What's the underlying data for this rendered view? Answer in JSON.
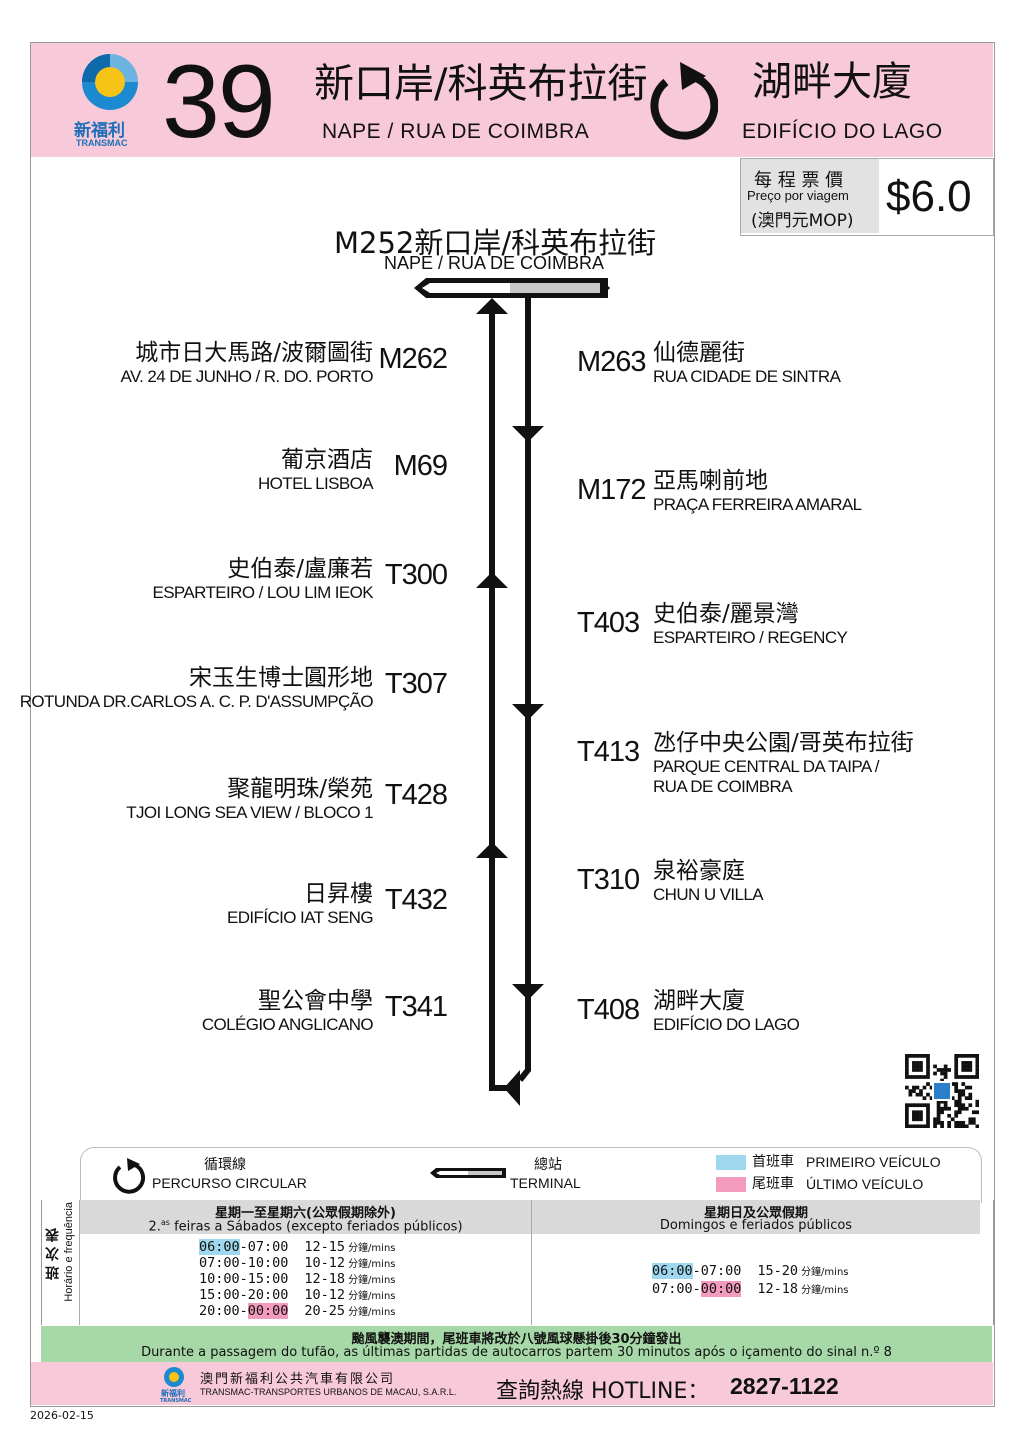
{
  "header": {
    "company_zh": "新福利",
    "company_en": "TRANSMAC",
    "route_number": "39",
    "origin_zh": "新口岸/科英布拉街",
    "origin_pt": "NAPE / RUA DE COIMBRA",
    "dest_zh": "湖畔大廈",
    "dest_pt": "EDIFÍCIO DO LAGO"
  },
  "fare": {
    "label_zh": "每 程 票 價",
    "label_pt": "Preço por viagem",
    "currency": "(澳門元MOP)",
    "amount": "$6.0"
  },
  "terminal": {
    "code_name": "M252新口岸/科英布拉街",
    "pt": "NAPE / RUA DE COIMBRA"
  },
  "stops_left": [
    {
      "code": "M262",
      "zh": "城市日大馬路/波爾圖街",
      "pt": "AV. 24 DE JUNHO / R. DO. PORTO"
    },
    {
      "code": "M69",
      "zh": "葡京酒店",
      "pt": "HOTEL LISBOA"
    },
    {
      "code": "T300",
      "zh": "史伯泰/盧廉若",
      "pt": "ESPARTEIRO / LOU LIM IEOK"
    },
    {
      "code": "T307",
      "zh": "宋玉生博士圓形地",
      "pt": "ROTUNDA DR.CARLOS A. C. P. D'ASSUMPÇÃO"
    },
    {
      "code": "T428",
      "zh": "聚龍明珠/榮苑",
      "pt": "TJOI LONG SEA VIEW / BLOCO 1"
    },
    {
      "code": "T432",
      "zh": "日昇樓",
      "pt": "EDIFÍCIO IAT SENG"
    },
    {
      "code": "T341",
      "zh": "聖公會中學",
      "pt": "COLÉGIO ANGLICANO"
    }
  ],
  "stops_right": [
    {
      "code": "M263",
      "zh": "仙德麗街",
      "pt": "RUA CIDADE DE SINTRA",
      "pt2": ""
    },
    {
      "code": "M172",
      "zh": "亞馬喇前地",
      "pt": "PRAÇA FERREIRA AMARAL",
      "pt2": ""
    },
    {
      "code": "T403",
      "zh": "史伯泰/麗景灣",
      "pt": "ESPARTEIRO / REGENCY",
      "pt2": ""
    },
    {
      "code": "T413",
      "zh": "氹仔中央公園/哥英布拉街",
      "pt": "PARQUE CENTRAL DA TAIPA /",
      "pt2": "RUA DE COIMBRA"
    },
    {
      "code": "T310",
      "zh": "泉裕豪庭",
      "pt": "CHUN U VILLA",
      "pt2": ""
    },
    {
      "code": "T408",
      "zh": "湖畔大廈",
      "pt": "EDIFÍCIO DO LAGO",
      "pt2": ""
    }
  ],
  "legend": {
    "circular_zh": "循環線",
    "circular_pt": "PERCURSO CIRCULAR",
    "terminal_zh": "總站",
    "terminal_pt": "TERMINAL",
    "first_zh": "首班車",
    "first_pt": "PRIMEIRO VEÍCULO",
    "last_zh": "尾班車",
    "last_pt": "ÚLTIMO VEÍCULO",
    "first_color": "#9fd7ef",
    "last_color": "#f39bbd"
  },
  "timetable": {
    "side_zh": "班 次 表",
    "side_pt": "Horário e frequência",
    "weekday_zh": "星期一至星期六(公眾假期除外)",
    "weekday_pt_a": "2.",
    "weekday_pt_sup": "as",
    "weekday_pt_b": " feiras a Sábados (excepto feriados públicos)",
    "holiday_zh": "星期日及公眾假期",
    "holiday_pt": "Domingos e feriados públicos",
    "mins_unit": "分鐘/mins",
    "weekday_rows": [
      {
        "start": "06:00",
        "end": "07:00",
        "freq": "12-15"
      },
      {
        "start": "07:00",
        "end": "10:00",
        "freq": "10-12"
      },
      {
        "start": "10:00",
        "end": "15:00",
        "freq": "12-18"
      },
      {
        "start": "15:00",
        "end": "20:00",
        "freq": "10-12"
      },
      {
        "start": "20:00",
        "end": "00:00",
        "freq": "20-25"
      }
    ],
    "holiday_rows": [
      {
        "start": "06:00",
        "end": "07:00",
        "freq": "15-20"
      },
      {
        "start": "07:00",
        "end": "00:00",
        "freq": "12-18"
      }
    ]
  },
  "typhoon": {
    "zh": "颱風襲澳期間，尾班車將改於八號風球懸掛後30分鐘發出",
    "pt": "Durante a passagem do tufão, as últimas partidas de autocarros partem 30 minutos após o içamento do sinal n.º 8"
  },
  "footer": {
    "company_zh": "澳門新福利公共汽車有限公司",
    "company_pt": "TRANSMAC-TRANSPORTES URBANOS DE MACAU, S.A.R.L.",
    "hotline_label": "查詢熱線 HOTLINE：",
    "hotline_number": "2827-1122",
    "date": "2026-02-15",
    "logo_zh": "新福利",
    "logo_en": "TRANSMAC"
  },
  "colors": {
    "pink": "#f8c9d9",
    "green": "#a6d8a8",
    "grey": "#d9d9d9"
  }
}
